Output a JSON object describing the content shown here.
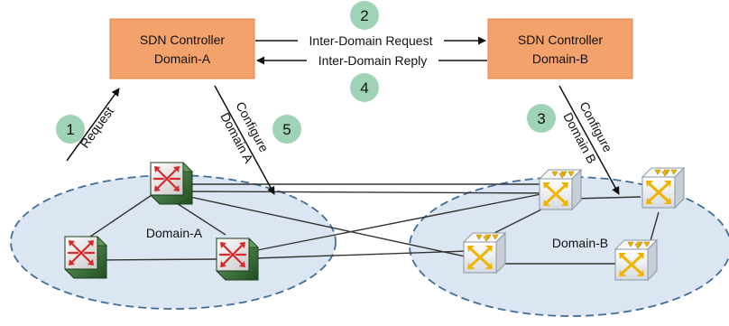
{
  "controllers": [
    {
      "id": "a",
      "line1": "SDN Controller",
      "line2": "Domain-A"
    },
    {
      "id": "b",
      "line1": "SDN Controller",
      "line2": "Domain-B"
    }
  ],
  "messages": {
    "request": "Inter-Domain Request",
    "reply": "Inter-Domain Reply",
    "user_request": "Request",
    "configure_a": [
      "Configure",
      "Domain A"
    ],
    "configure_b": [
      "Configure",
      "Domain B"
    ]
  },
  "steps": [
    "1",
    "2",
    "3",
    "4",
    "5"
  ],
  "domains": {
    "a": "Domain-A",
    "b": "Domain-B"
  },
  "colors": {
    "controller_fill": "#f4a26b",
    "domain_fill": "#dce6f2",
    "domain_border": "#3f6e9a",
    "step_fill": "#9fd3b8",
    "switch_a_body": "#2f6b2f",
    "switch_a_face": "#e3e3e3",
    "switch_a_arrows": "#d62a2a",
    "switch_b_body": "#eef1f4",
    "switch_b_arrows": "#f0b400"
  },
  "icons": {
    "domain_a_switch": "sdn-switch-icon",
    "domain_b_switch": "openflow-switch-icon"
  }
}
